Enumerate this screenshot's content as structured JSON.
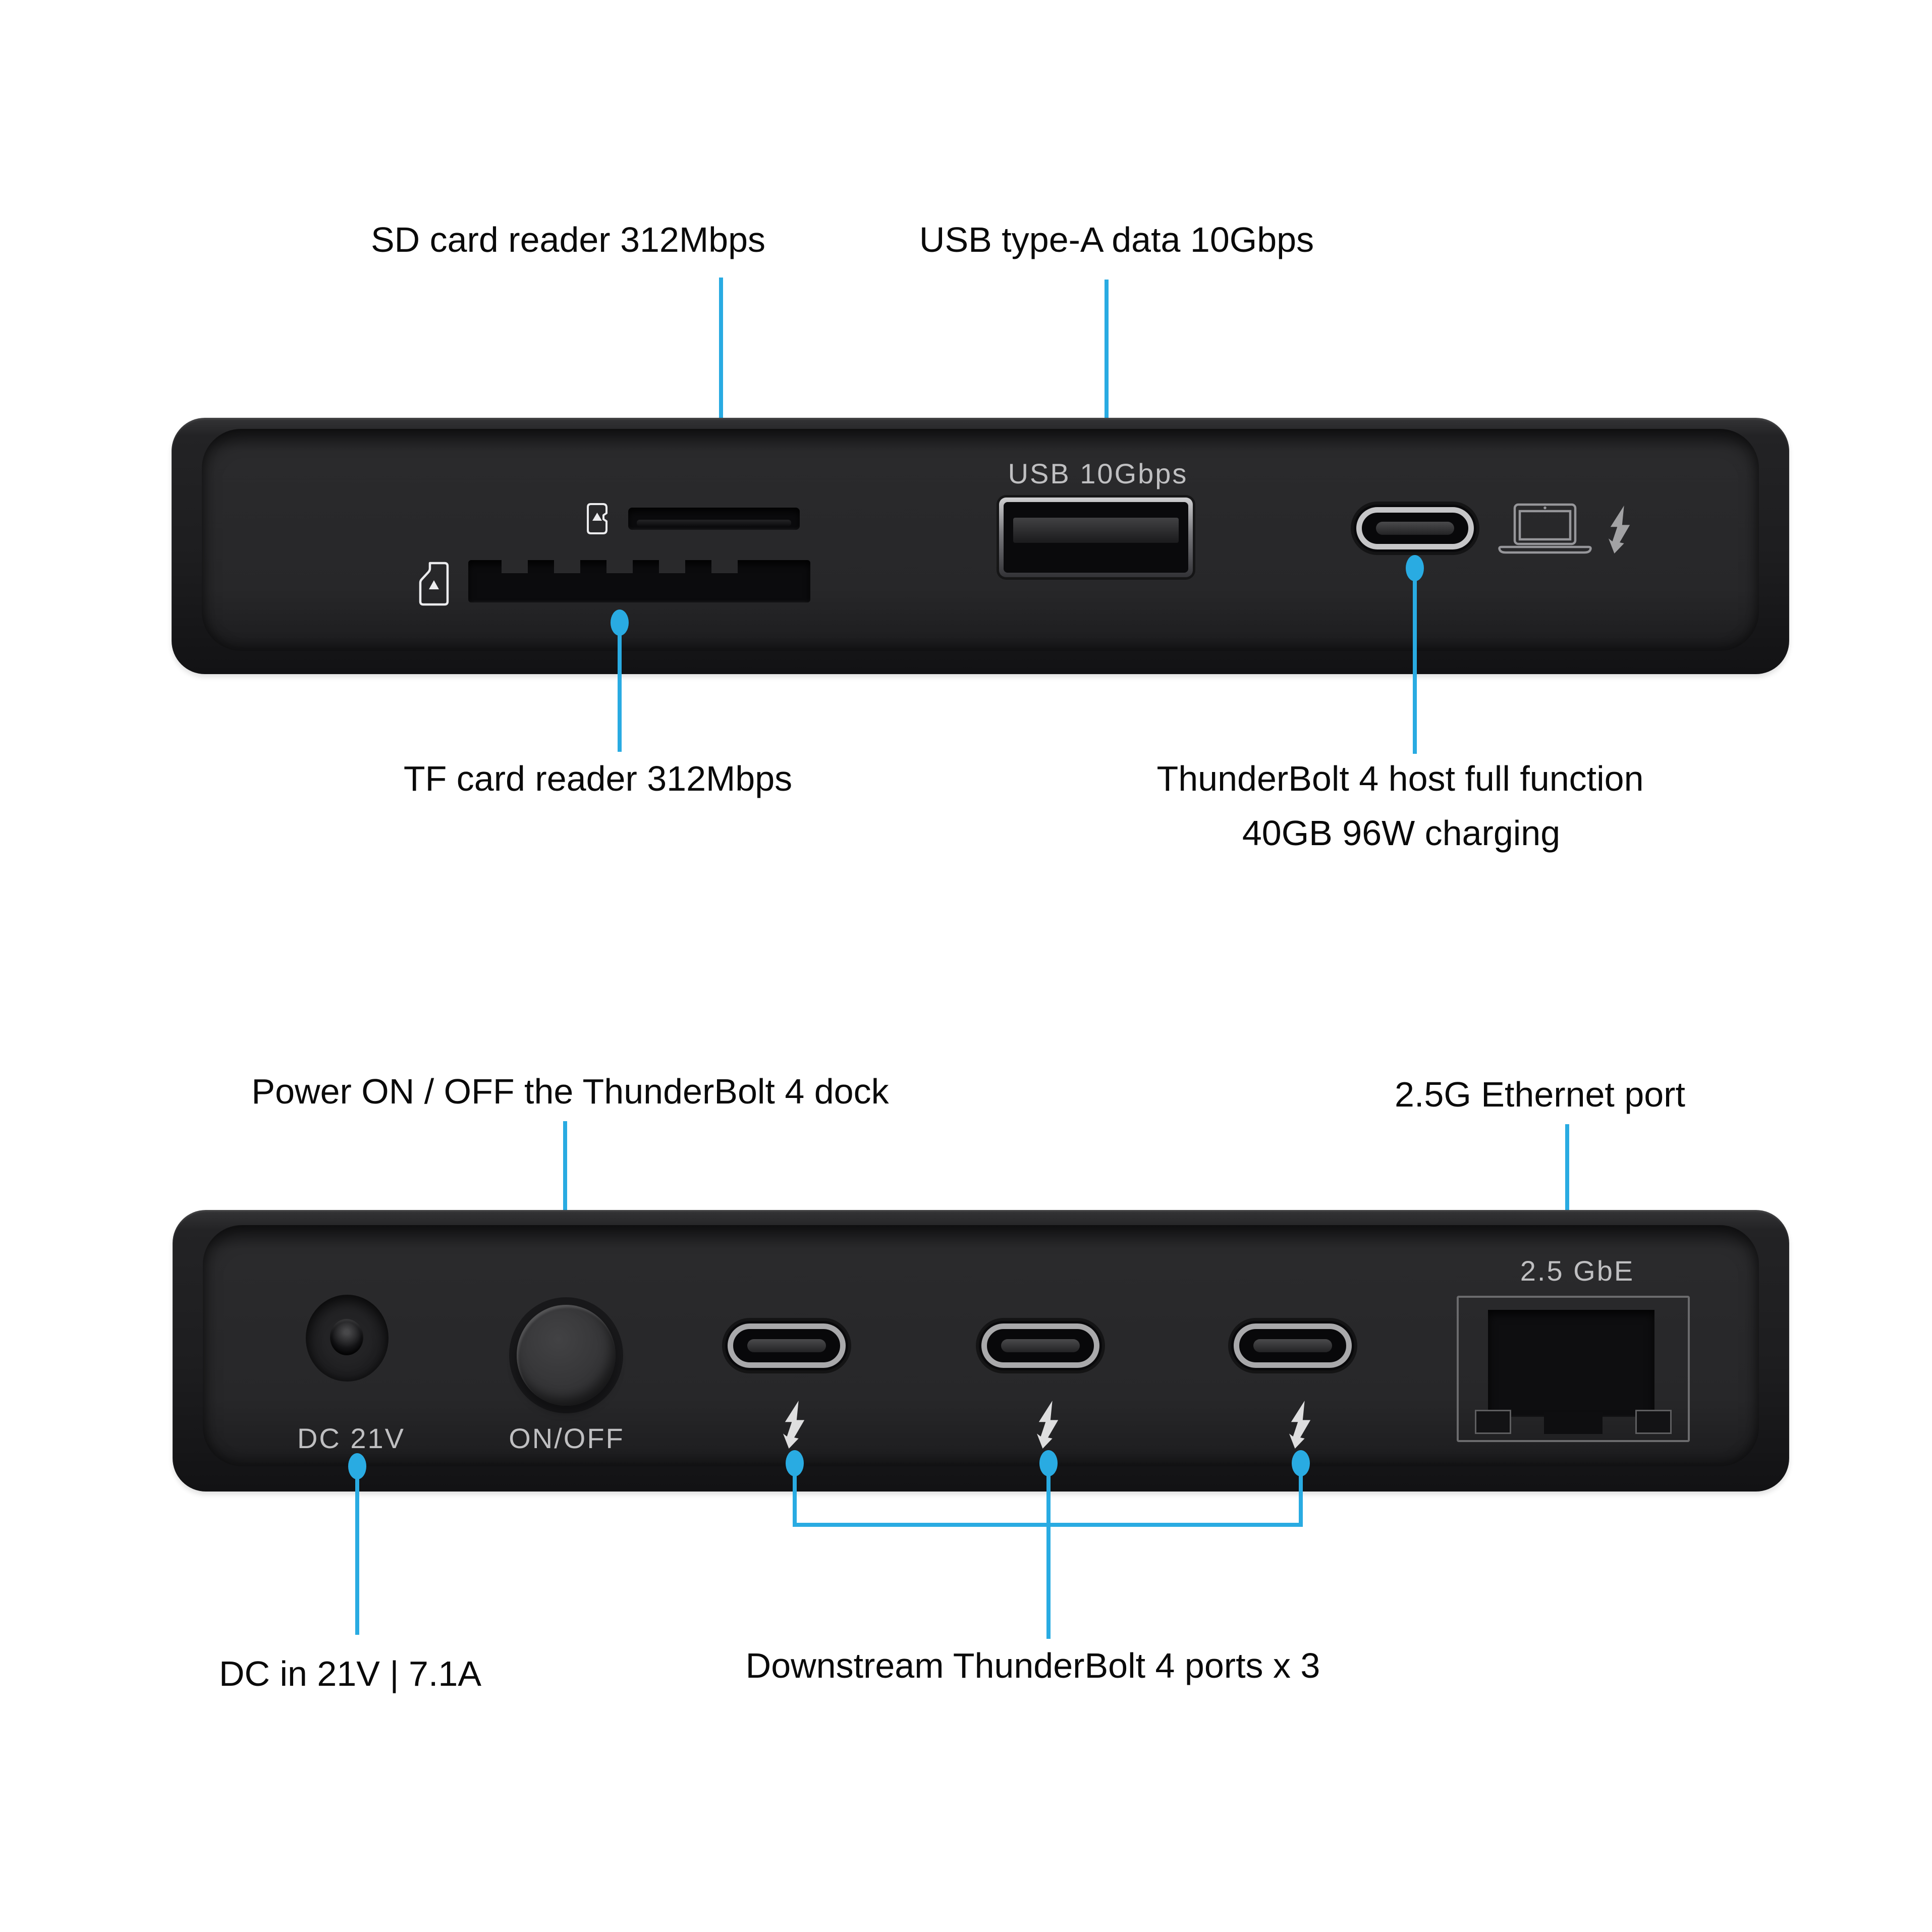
{
  "accent_color": "#29ABE2",
  "device_text_color": "#BFBFC1",
  "front_view": {
    "callouts": {
      "sd_reader": "SD card reader 312Mbps",
      "usb_a": "USB type-A data 10Gbps",
      "tf_reader": "TF card reader 312Mbps",
      "tb_host_line1": "ThunderBolt 4 host full function",
      "tb_host_line2": "40GB 96W charging"
    },
    "printed": {
      "usb_port": "USB 10Gbps"
    },
    "icons": [
      "tf-card-icon",
      "sd-card-icon",
      "laptop-icon",
      "thunderbolt-icon"
    ]
  },
  "rear_view": {
    "callouts": {
      "power": "Power ON / OFF the ThunderBolt 4 dock",
      "ethernet": "2.5G Ethernet port",
      "dc_in": "DC in 21V | 7.1A",
      "downstream": "Downstream ThunderBolt 4 ports x 3"
    },
    "printed": {
      "dc": "DC 21V",
      "power_button": "ON/OFF",
      "ethernet": "2.5 GbE"
    },
    "icons": [
      "thunderbolt-icon",
      "thunderbolt-icon",
      "thunderbolt-icon"
    ]
  }
}
